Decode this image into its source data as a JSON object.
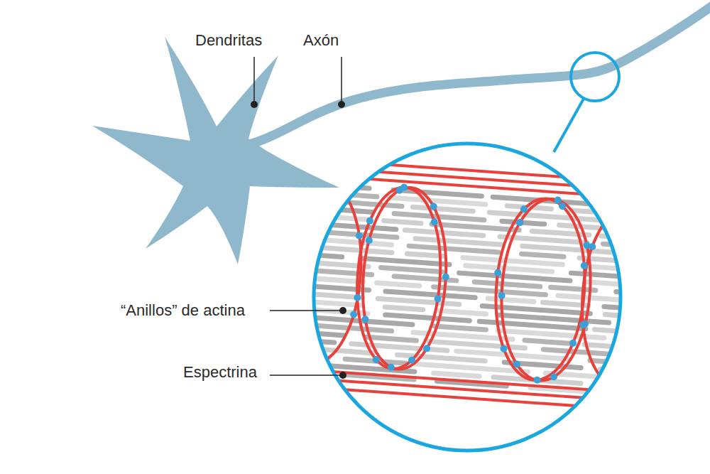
{
  "diagram": {
    "labels": [
      "Dendritas",
      "Axón",
      "“Anillos” de actina",
      "Espectrina"
    ]
  }
}
